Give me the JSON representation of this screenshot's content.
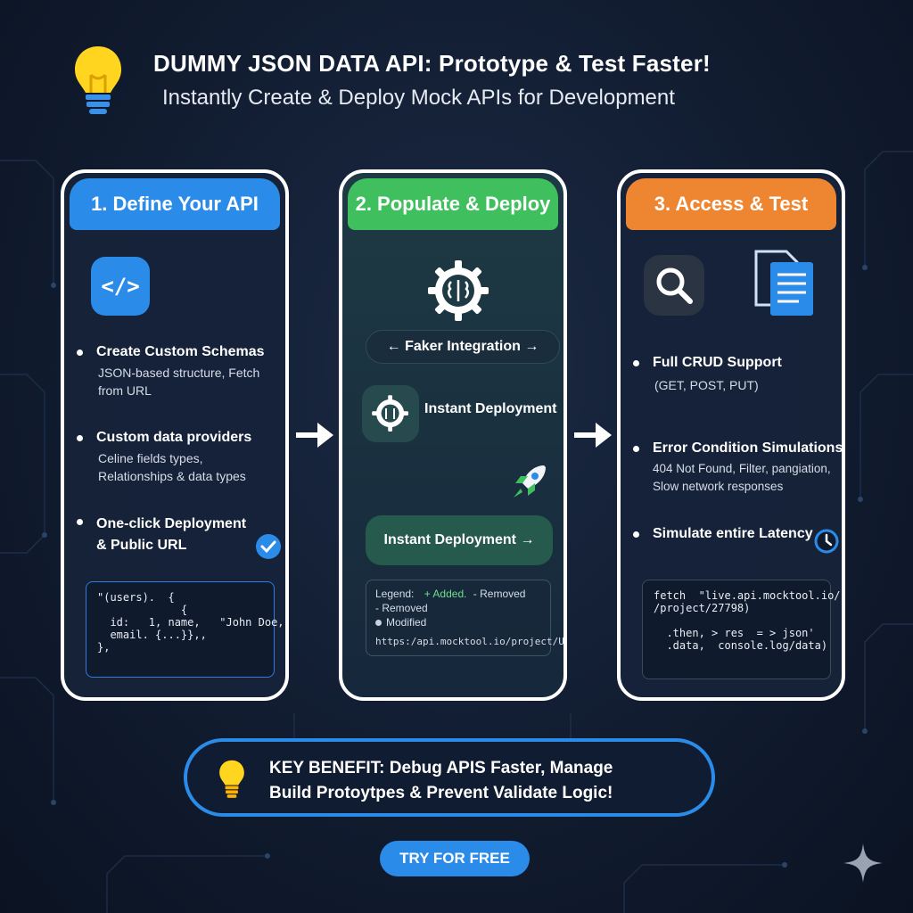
{
  "header": {
    "title": "DUMMY JSON DATA API: Prototype & Test Faster!",
    "subtitle": "Instantly Create & Deploy Mock APIs for Development"
  },
  "cards": [
    {
      "heading": "1. Define Your API",
      "header_color": "#2b8be8",
      "icon": "code-icon",
      "items": [
        {
          "title": "Create Custom Schemas",
          "detail": "JSON-based structure, Fetch\nfrom URL"
        },
        {
          "title": "Custom data providers",
          "detail": "Celine fields types,\nRelationships & data types"
        },
        {
          "title": "One-click Deployment\n& Public URL",
          "detail": ""
        }
      ],
      "code": "\"(users).  {\n             {\n  id:   1, name,   \"John Doe,\n  email. {...}},,\n},"
    },
    {
      "heading": "2. Populate & Deploy",
      "header_color": "#3fbf5e",
      "icon": "brain-gear-icon",
      "faker_label": "← Faker Integration →",
      "instant_label": "Instant Deployment",
      "deploy_button": "Instant Deployment →",
      "legend": {
        "label": "Legend:",
        "added": "+ Added.",
        "removed_a": "- Removed",
        "removed_b": "- Removed",
        "modified": "Modified",
        "url": "https:/api.mocktool.io/project/URL"
      }
    },
    {
      "heading": "3. Access & Test",
      "header_color": "#ee8530",
      "icons": [
        "search-icon",
        "document-icon"
      ],
      "items": [
        {
          "title": "Full CRUD Support",
          "detail": "(GET, POST, PUT)"
        },
        {
          "title": "Error Condition Simulations",
          "detail": "404 Not Found, Filter, pangiation,\nSlow network responses"
        },
        {
          "title": "Simulate entire Latency",
          "detail": ""
        }
      ],
      "code": "fetch  \"live.api.mocktool.io/\n/project/27798)\n\n  .then, > res  = > json'\n  .data,  console.log/data)"
    }
  ],
  "benefit": {
    "text": "KEY BENEFIT: Debug APIS Faster, Manage\nBuild Protoytpes & Prevent Validate Logic!"
  },
  "cta": {
    "label": "TRY FOR FREE"
  },
  "colors": {
    "blue": "#2b8be8",
    "green": "#3fbf5e",
    "orange": "#ee8530",
    "background": "#111c30"
  }
}
